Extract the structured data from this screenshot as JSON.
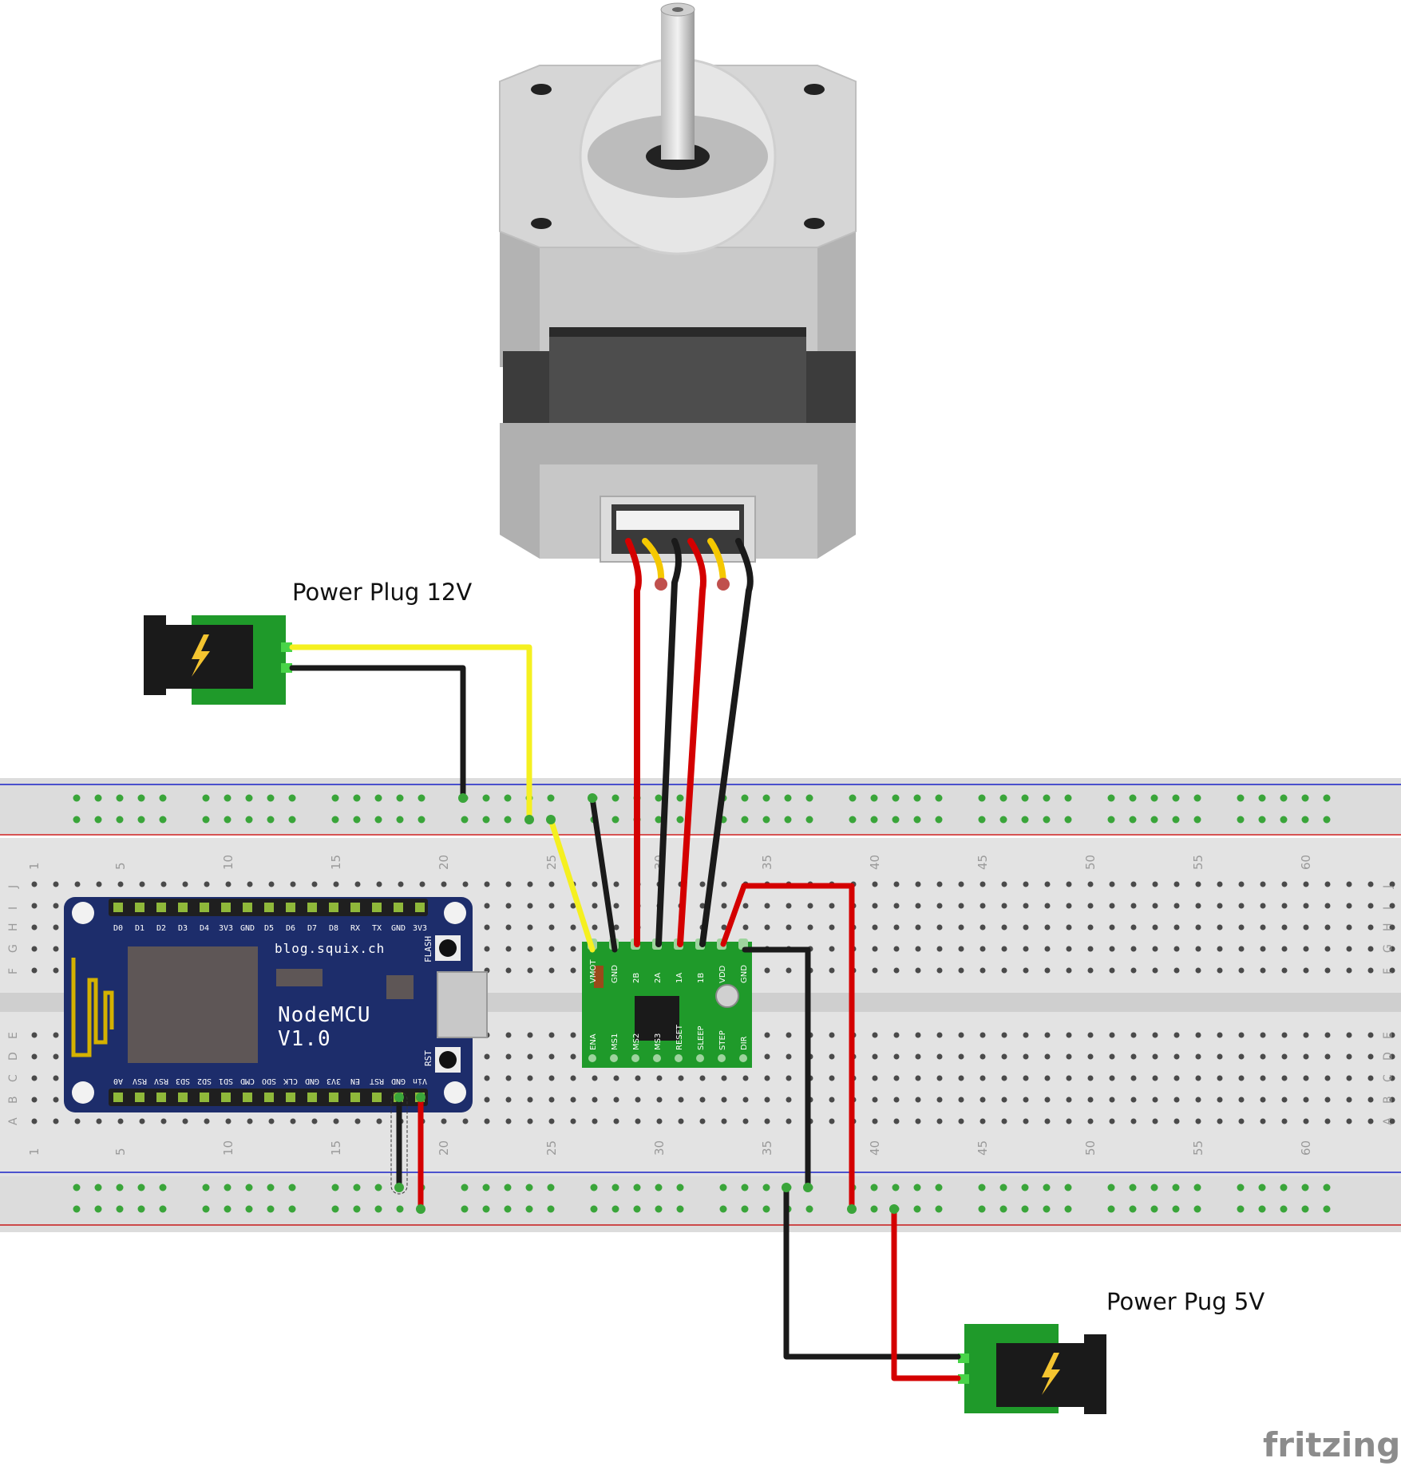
{
  "labels": {
    "plug12": "Power Plug 12V",
    "plug5": "Power Pug 5V",
    "watermark": "fritzing"
  },
  "nodemcu": {
    "site": "blog.squix.ch",
    "name1": "NodeMCU",
    "name2": "V1.0",
    "flash": "FLASH",
    "rst": "RST",
    "pins_top": [
      "D0",
      "D1",
      "D2",
      "D3",
      "D4",
      "3V3",
      "GND",
      "D5",
      "D6",
      "D7",
      "D8",
      "RX",
      "TX",
      "GND",
      "3V3"
    ],
    "pins_bottom": [
      "A0",
      "RSV",
      "RSV",
      "SD3",
      "SD2",
      "SD1",
      "CMD",
      "SDO",
      "CLK",
      "GND",
      "3V3",
      "EN",
      "RST",
      "GND",
      "Vin"
    ]
  },
  "driver": {
    "pins_top": [
      "VMOT",
      "GND",
      "2B",
      "2A",
      "1A",
      "1B",
      "VDD",
      "GND"
    ],
    "pins_bottom": [
      "ENA",
      "MS1",
      "MS2",
      "MS3",
      "RESET",
      "SLEEP",
      "STEP",
      "DIR"
    ]
  },
  "breadboard": {
    "col_numbers": [
      "1",
      "5",
      "10",
      "15",
      "20",
      "25",
      "30",
      "35",
      "40",
      "45",
      "50",
      "55",
      "60"
    ],
    "rows_upper": [
      "J",
      "I",
      "H",
      "G",
      "F"
    ],
    "rows_lower": [
      "E",
      "D",
      "C",
      "B",
      "A"
    ]
  },
  "colors": {
    "wire_red": "#d40000",
    "wire_black": "#1a1a1a",
    "wire_yellow": "#f5f020",
    "pcb_green": "#1f9a2a",
    "nodemcu_blue": "#1d2d6b"
  }
}
